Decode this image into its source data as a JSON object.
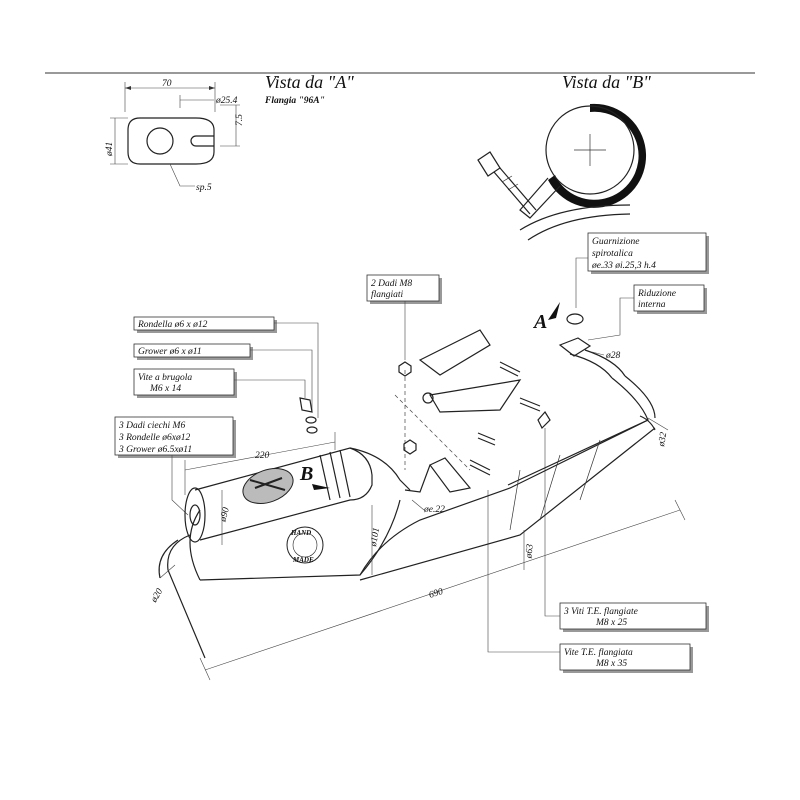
{
  "views": {
    "a_title": "Vista da \"A\"",
    "a_subtitle": "Flangia \"96A\"",
    "b_title": "Vista da \"B\""
  },
  "dims": {
    "d70": "70",
    "d254": "ø25.4",
    "d75": "7.5",
    "d41": "ø41",
    "sp5": "sp.5",
    "d220": "220",
    "d90": "ø90",
    "d101": "ø101",
    "d20": "ø20",
    "d690": "690",
    "e22": "øe.22",
    "d63": "ø63",
    "d32": "ø32",
    "d28": "ø28"
  },
  "markers": {
    "a": "A",
    "b": "B"
  },
  "callouts": {
    "guarnizione": [
      "Guarnizione",
      "spirotalica",
      "øe.33  øi.25,3  h.4"
    ],
    "riduzione": [
      "Riduzione",
      "interna"
    ],
    "dadi_m8": [
      "2 Dadi M8",
      "flangiati"
    ],
    "rondella": [
      "Rondella ø6 x ø12"
    ],
    "grower": [
      "Grower ø6 x ø11"
    ],
    "vite_brugola": [
      "Vite a brugola",
      "M6 x 14"
    ],
    "dadi_ciechi": [
      "3 Dadi ciechi M6",
      "3 Rondelle ø6xø12",
      "3 Grower ø6.5xø11"
    ],
    "viti_te": [
      "3 Viti T.E. flangiate",
      "M8 x 25"
    ],
    "vite_te": [
      "Vite T.E. flangiata",
      "M8 x 35"
    ]
  },
  "stamp": {
    "hand": "HAND",
    "made": "MADE"
  }
}
